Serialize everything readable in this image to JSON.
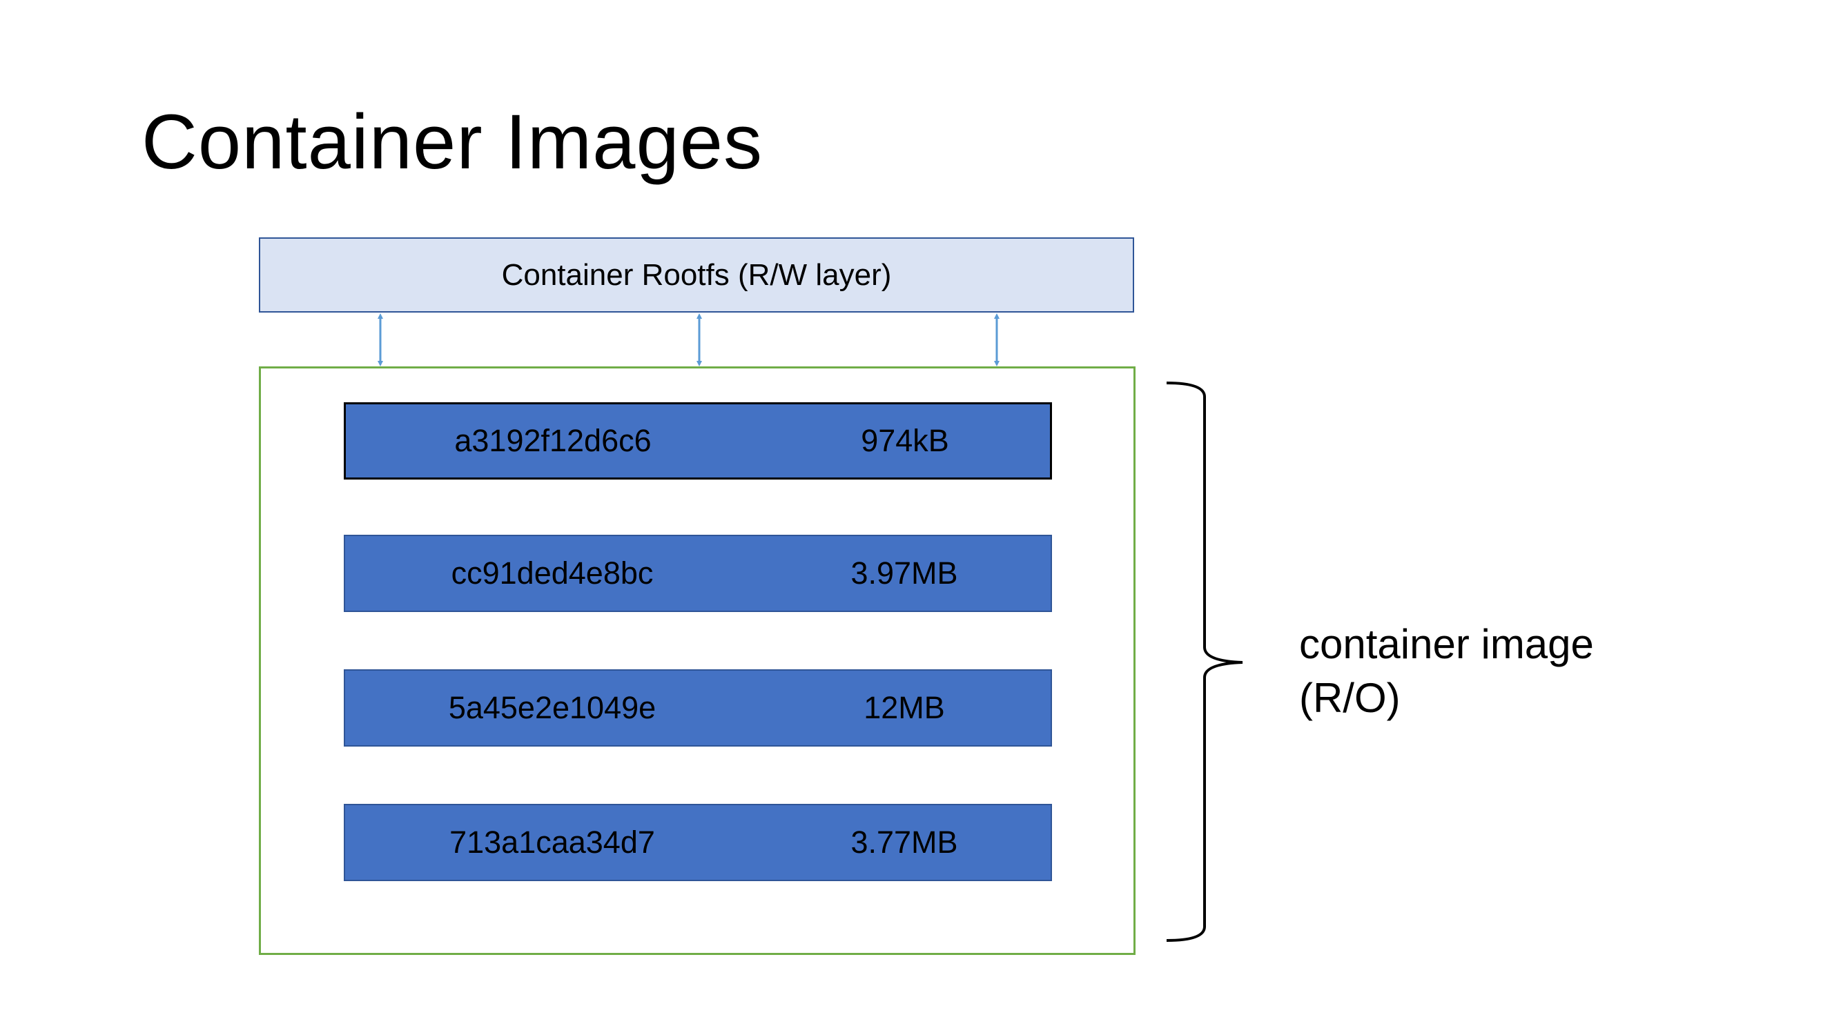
{
  "slide": {
    "title": "Container Images"
  },
  "rw_layer": {
    "label": "Container Rootfs (R/W layer)"
  },
  "image_layers": [
    {
      "id": "a3192f12d6c6",
      "size": "974kB"
    },
    {
      "id": "cc91ded4e8bc",
      "size": "3.97MB"
    },
    {
      "id": "5a45e2e1049e",
      "size": "12MB"
    },
    {
      "id": "713a1caa34d7",
      "size": "3.77MB"
    }
  ],
  "brace_label": {
    "line1": "container image",
    "line2": "(R/O)"
  },
  "colors": {
    "rw_fill": "#dae3f3",
    "rw_border": "#2f5597",
    "layer_fill": "#4472c4",
    "image_border": "#70ad47",
    "arrow": "#5b9bd5"
  }
}
